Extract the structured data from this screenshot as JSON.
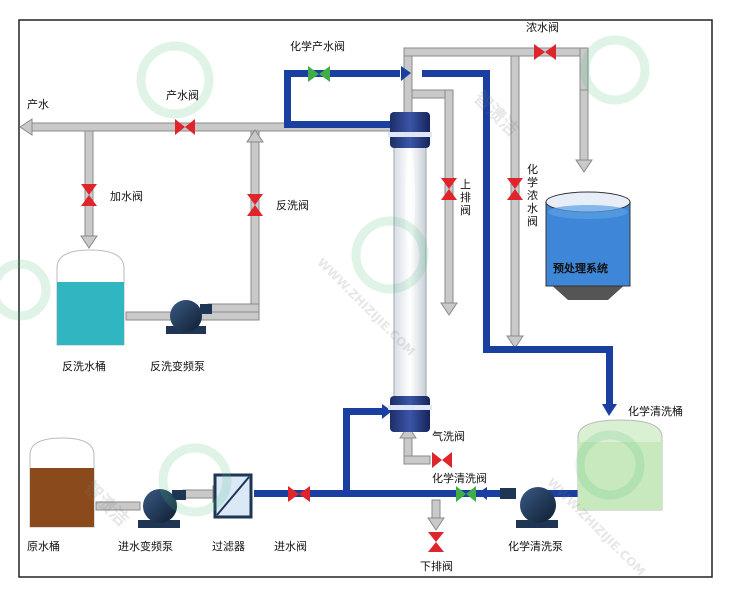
{
  "colors": {
    "frame": "#222222",
    "pipe_gray": "#c9c9c9",
    "pipe_gray_edge": "#8a8a8a",
    "pipe_blue": "#1b3fa0",
    "valve_red": "#e0242c",
    "valve_green": "#3fae49",
    "tank_water": "#2fb6c0",
    "tank_raw": "#8b4a1c",
    "tank_pretreat": "#3d86d8",
    "tank_chem": "#d9f0d2",
    "pump": "#1e3554"
  },
  "labels": {
    "product_water": "产水",
    "product_valve": "产水阀",
    "chem_product_valve": "化学产水阀",
    "concentrate_valve": "浓水阀",
    "fill_valve": "加水阀",
    "backwash_valve": "反洗阀",
    "upper_drain_valve": "上排阀",
    "chem_concentrate_valve": "化学浓水阀",
    "backwash_tank": "反洗水桶",
    "backwash_pump": "反洗变频泵",
    "pretreatment_system": "预处理系统",
    "chem_clean_tank": "化学清洗桶",
    "air_wash_valve": "气洗阀",
    "chem_clean_valve": "化学清洗阀",
    "raw_water_tank": "原水桶",
    "feed_pump": "进水变频泵",
    "filter": "过滤器",
    "feed_valve": "进水阀",
    "chem_clean_pump": "化学清洗泵",
    "lower_drain_valve": "下排阀"
  },
  "watermark": {
    "brand": "智渍洁",
    "url": "WWW.ZHIZIJIE.COM"
  }
}
